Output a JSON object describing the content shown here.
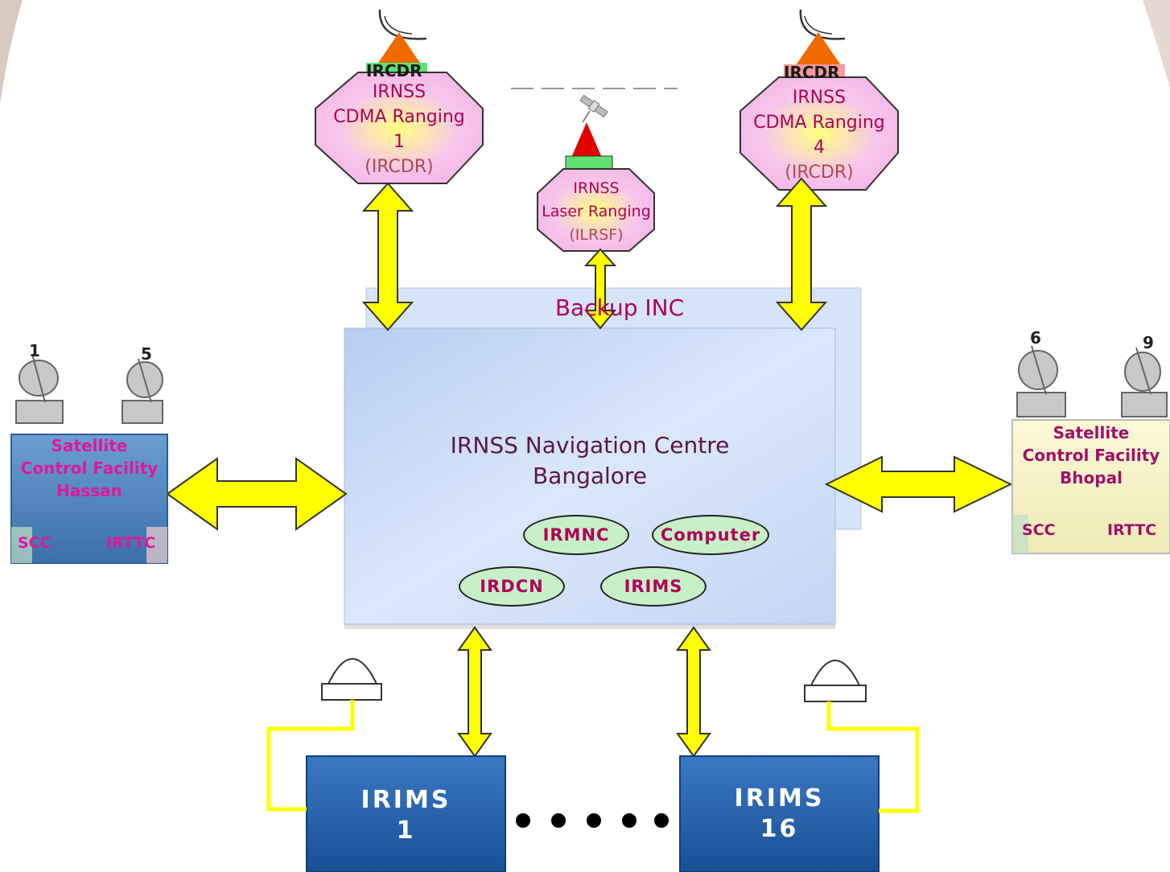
{
  "stations": {
    "cdma1": {
      "tag": "IRCDR",
      "line1": "IRNSS",
      "line2": "CDMA Ranging",
      "line3": "1",
      "line4": "(IRCDR)"
    },
    "cdma4": {
      "tag": "IRCDR",
      "line1": "IRNSS",
      "line2": "CDMA Ranging",
      "line3": "4",
      "line4": "(IRCDR)"
    },
    "laser": {
      "line1": "IRNSS",
      "line2": "Laser Ranging",
      "line3": "(ILRSF)"
    }
  },
  "backup": {
    "label": "Backup INC"
  },
  "inc": {
    "title_line1": "IRNSS Navigation Centre",
    "title_line2": "Bangalore",
    "modules": [
      "IRMNC",
      "Computer",
      "IRDCN",
      "IRIMS"
    ]
  },
  "scf_hassan": {
    "line1": "Satellite",
    "line2": "Control Facility",
    "line3": "Hassan",
    "left_tag": "SCC",
    "right_tag": "IRTTC",
    "antenna_numbers": [
      "1",
      "5"
    ]
  },
  "scf_bhopal": {
    "line1": "Satellite",
    "line2": "Control Facility",
    "line3": "Bhopal",
    "left_tag": "SCC",
    "right_tag": "IRTTC",
    "antenna_numbers": [
      "6",
      "9"
    ]
  },
  "irims_stations": [
    {
      "line1": "IRIMS",
      "line2": "1"
    },
    {
      "line1": "IRIMS",
      "line2": "16"
    }
  ],
  "colors": {
    "arrow_fill": "#ffff00",
    "pink_text": "#b0005a",
    "irims_box": "#1f5fa8",
    "hassan_box": "#4a82bd",
    "bhopal_box": "#f4f1c4"
  }
}
